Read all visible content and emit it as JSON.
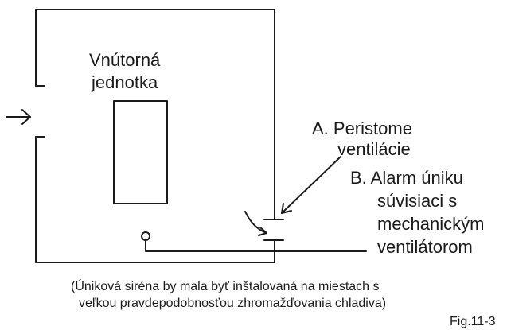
{
  "room": {
    "title_line1": "Vnútorná",
    "title_line2": "jednotka"
  },
  "labels": {
    "a_line1": "A.  Peristome",
    "a_line2": "ventilácie",
    "b_line1": "B.  Alarm úniku",
    "b_line2": "súvisiaci s",
    "b_line3": "mechanickým",
    "b_line4": "ventilátorom"
  },
  "note": {
    "line1": "(Úniková siréna by mala byť inštalovaná na miestach s",
    "line2": "veľkou pravdepodobnosťou zhromažďovania chladiva)"
  },
  "figure_label": "Fig.11-3",
  "colors": {
    "line": "#1a1a1a",
    "background": "#ffffff"
  }
}
